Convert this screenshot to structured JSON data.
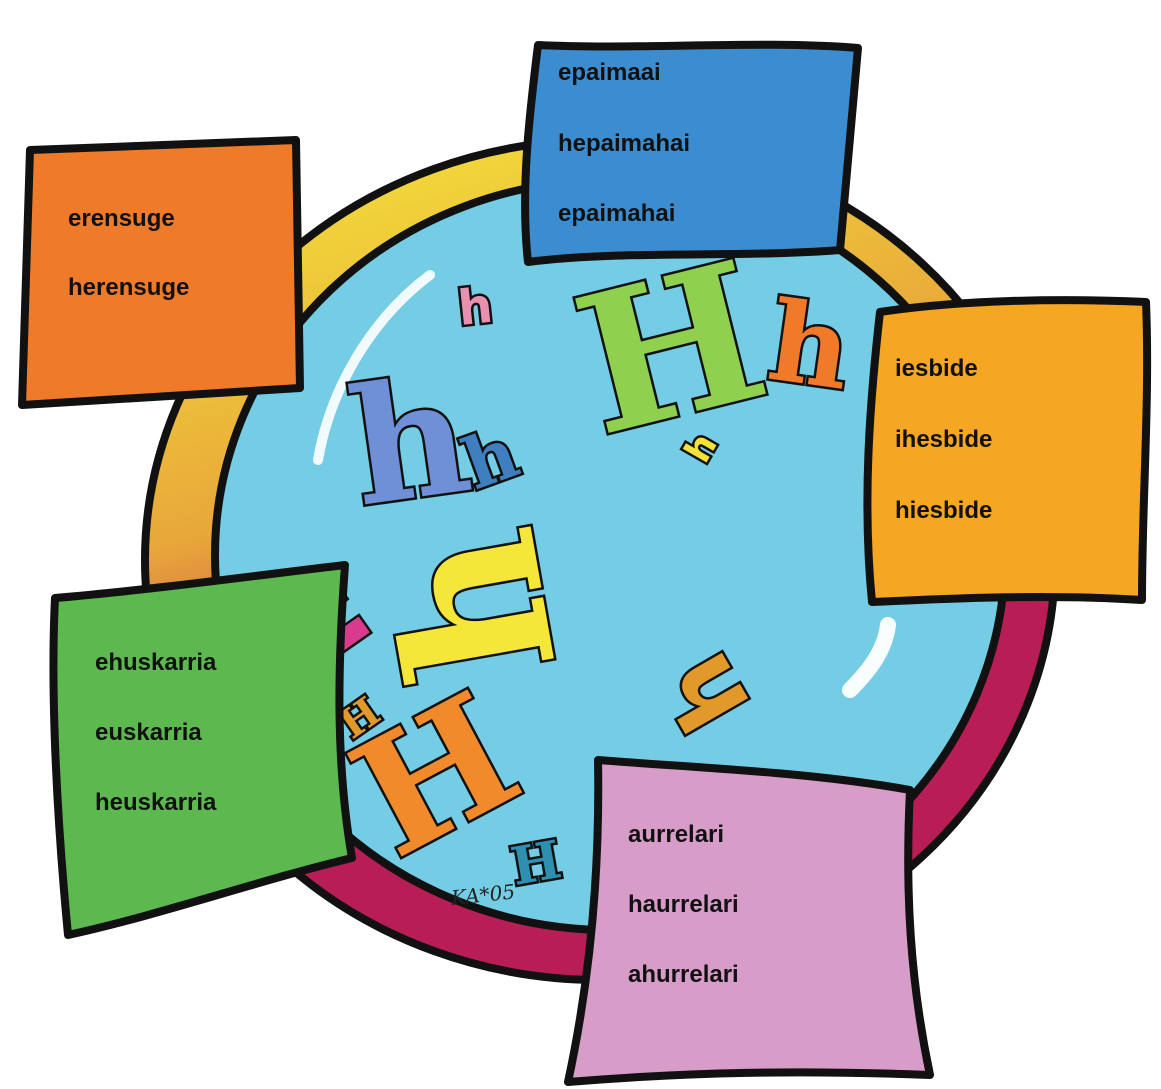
{
  "colors": {
    "water": "#74cde4",
    "ring_yellow": "#f5e63a",
    "ring_red": "#b91d56",
    "card_orange": "#ef7a2a",
    "card_blue": "#3b8dd0",
    "card_amber": "#f5a623",
    "card_green": "#5cb84f",
    "card_pink": "#d89cc8"
  },
  "cards": {
    "orange": {
      "words": [
        "erensuge",
        "herensuge"
      ]
    },
    "blue": {
      "words": [
        "epaimaai",
        "hepaimahai",
        "epaimahai"
      ]
    },
    "amber": {
      "words": [
        "iesbide",
        "ihesbide",
        "hiesbide"
      ]
    },
    "green": {
      "words": [
        "ehuskarria",
        "euskarria",
        "heuskarria"
      ]
    },
    "pink": {
      "words": [
        "aurrelari",
        "haurrelari",
        "ahurrelari"
      ]
    }
  },
  "floating_letters": [
    {
      "char": "H",
      "color": "#8fd14f",
      "icon": "letter-H-icon"
    },
    {
      "char": "h",
      "color": "#f07a2a",
      "icon": "letter-h-icon"
    },
    {
      "char": "h",
      "color": "#e890b0",
      "icon": "letter-h-icon"
    },
    {
      "char": "h",
      "color": "#6f8fd6",
      "icon": "letter-h-icon"
    },
    {
      "char": "h",
      "color": "#3f7fc0",
      "icon": "letter-h-icon"
    },
    {
      "char": "h",
      "color": "#f3e23a",
      "icon": "letter-h-icon"
    },
    {
      "char": "h",
      "color": "#f5e63a",
      "icon": "letter-h-icon"
    },
    {
      "char": "h",
      "color": "#d83b8e",
      "icon": "letter-h-icon"
    },
    {
      "char": "h",
      "color": "#e19a2a",
      "icon": "letter-h-icon"
    },
    {
      "char": "H",
      "color": "#e19a2a",
      "icon": "letter-H-icon"
    },
    {
      "char": "H",
      "color": "#f08a2a",
      "icon": "letter-H-icon"
    },
    {
      "char": "H",
      "color": "#2f8fb0",
      "icon": "letter-H-icon"
    }
  ],
  "signature": "KA*05"
}
